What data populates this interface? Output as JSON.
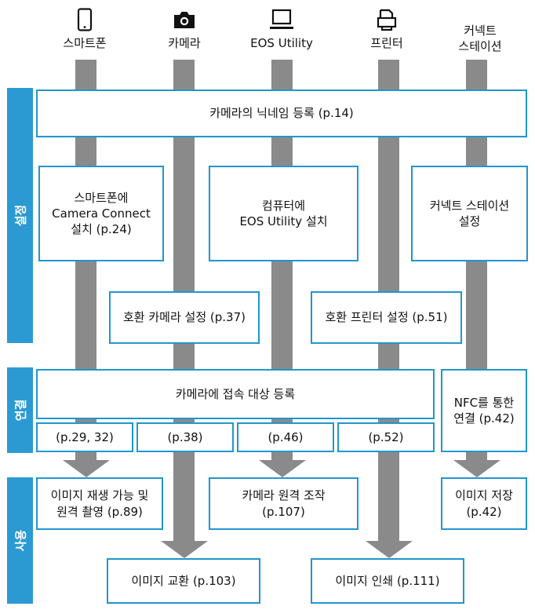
{
  "devices": [
    {
      "icon": "smartphone-icon",
      "label": "스마트폰"
    },
    {
      "icon": "camera-icon",
      "label": "카메라"
    },
    {
      "icon": "laptop-icon",
      "label": "EOS Utility"
    },
    {
      "icon": "printer-icon",
      "label": "프린터"
    },
    {
      "icon": "connect-station-icon",
      "label": "커넥트\n스테이션"
    }
  ],
  "sections": {
    "setup": "설정",
    "connect": "연결",
    "use": "사용"
  },
  "setup": {
    "nickname": "카메라의 닉네임 등록 (p.14)",
    "install_app": "스마트폰에\nCamera Connect\n설치 (p.24)",
    "install_pc": "컴퓨터에\nEOS Utility 설치",
    "station_setup": "커넥트 스테이션\n설정",
    "compat_camera": "호환 카메라 설정 (p.37)",
    "compat_printer": "호환 프린터 설정 (p.51)"
  },
  "connect": {
    "register": "카메라에 접속 대상 등록",
    "refs": [
      "(p.29, 32)",
      "(p.38)",
      "(p.46)",
      "(p.52)"
    ],
    "nfc": "NFC를 통한\n연결 (p.42)"
  },
  "use": {
    "view_remote": "이미지 재생 가능 및\n원격 촬영 (p.89)",
    "remote_control": "카메라 원격 조작\n(p.107)",
    "save": "이미지 저장\n(p.42)",
    "transfer": "이미지 교환 (p.103)",
    "print": "이미지 인쇄 (p.111)"
  },
  "colors": {
    "accent": "#2196cf",
    "side_band": "#2b9ad3",
    "arrow": "#8a8a8a"
  }
}
